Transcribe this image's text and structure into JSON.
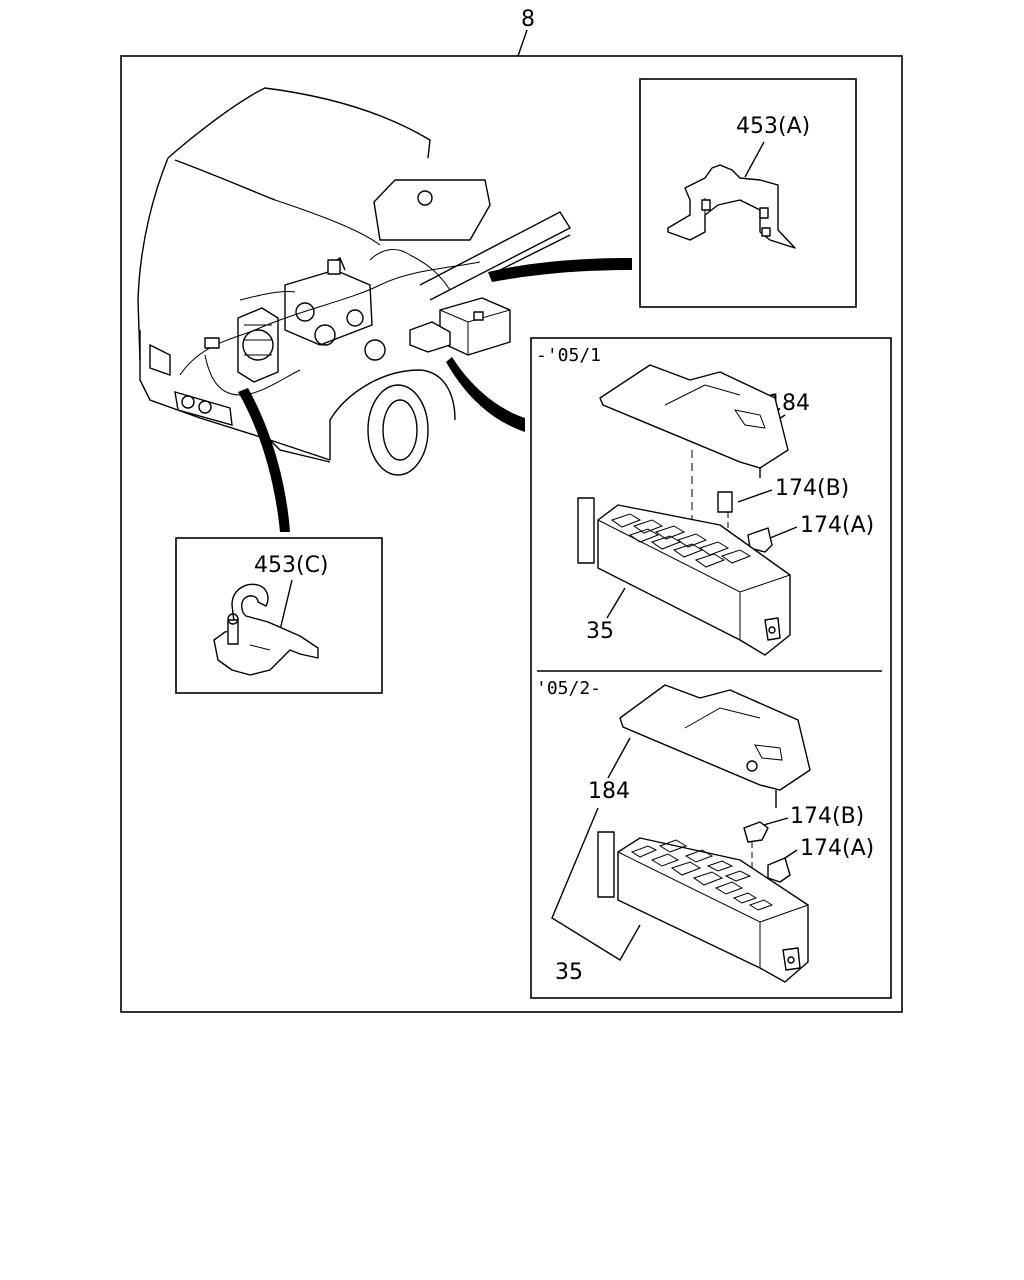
{
  "diagram": {
    "figure_ref": "8",
    "insets": {
      "bracket_a": {
        "label": "453(A)"
      },
      "bracket_c": {
        "label": "453(C)"
      },
      "fuse_box_early": {
        "period": "-'05/1",
        "cover_label": "184",
        "fuse_b_label": "174(B)",
        "fuse_a_label": "174(A)",
        "box_label": "35"
      },
      "fuse_box_late": {
        "period": "'05/2-",
        "cover_label": "184",
        "fuse_b_label": "174(B)",
        "fuse_a_label": "174(A)",
        "box_label": "35"
      }
    }
  }
}
